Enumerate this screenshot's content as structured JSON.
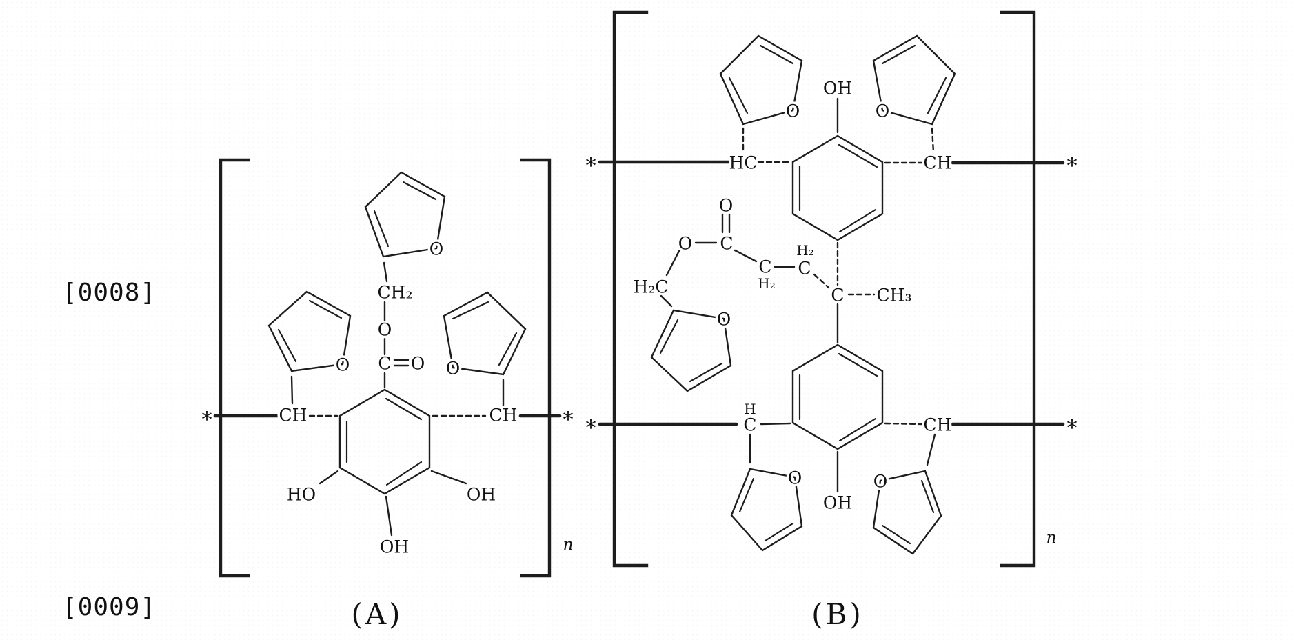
{
  "page": {
    "background": "#ffffff",
    "ink": "#1d1d1d",
    "paragraphs": {
      "p0008": "[0008]",
      "p0009": "[0009]"
    }
  },
  "structure_a": {
    "caption": "(A)",
    "repeat_subscript": "n",
    "left_end": "*",
    "right_end": "*",
    "labels": {
      "ch_left": "CH",
      "ch_right": "CH",
      "top_furan_o": "O",
      "left_furan_o": "O",
      "right_furan_o": "O",
      "ch2": "CH₂",
      "ester_o": "O",
      "carbonyl_c": "C",
      "carbonyl_o": "O",
      "ho_left": "HO",
      "oh_right": "OH",
      "oh_bottom": "OH"
    }
  },
  "structure_b": {
    "caption": "(B)",
    "repeat_subscript": "n",
    "left_end_top": "*",
    "right_end_top": "*",
    "left_end_bottom": "*",
    "right_end_bottom": "*",
    "labels": {
      "oh_top": "OH",
      "hc_left": "HC",
      "ch_right_top": "CH",
      "top_left_furan_o": "O",
      "top_right_furan_o": "O",
      "carbonyl_o": "O",
      "carbonyl_c": "C",
      "ester_o": "O",
      "h2c": "H₂C",
      "mid_furan_o": "O",
      "chain_c1": "C",
      "chain_c1_h2": "H₂",
      "chain_c2": "C",
      "chain_c2_h2": "H₂",
      "quaternary_c": "C",
      "ch3": "CH₃",
      "methine_h": "H",
      "methine_c": "C",
      "ch_right_bottom": "CH",
      "bottom_left_furan_o": "O",
      "bottom_right_furan_o": "O",
      "oh_bottom": "OH"
    }
  }
}
